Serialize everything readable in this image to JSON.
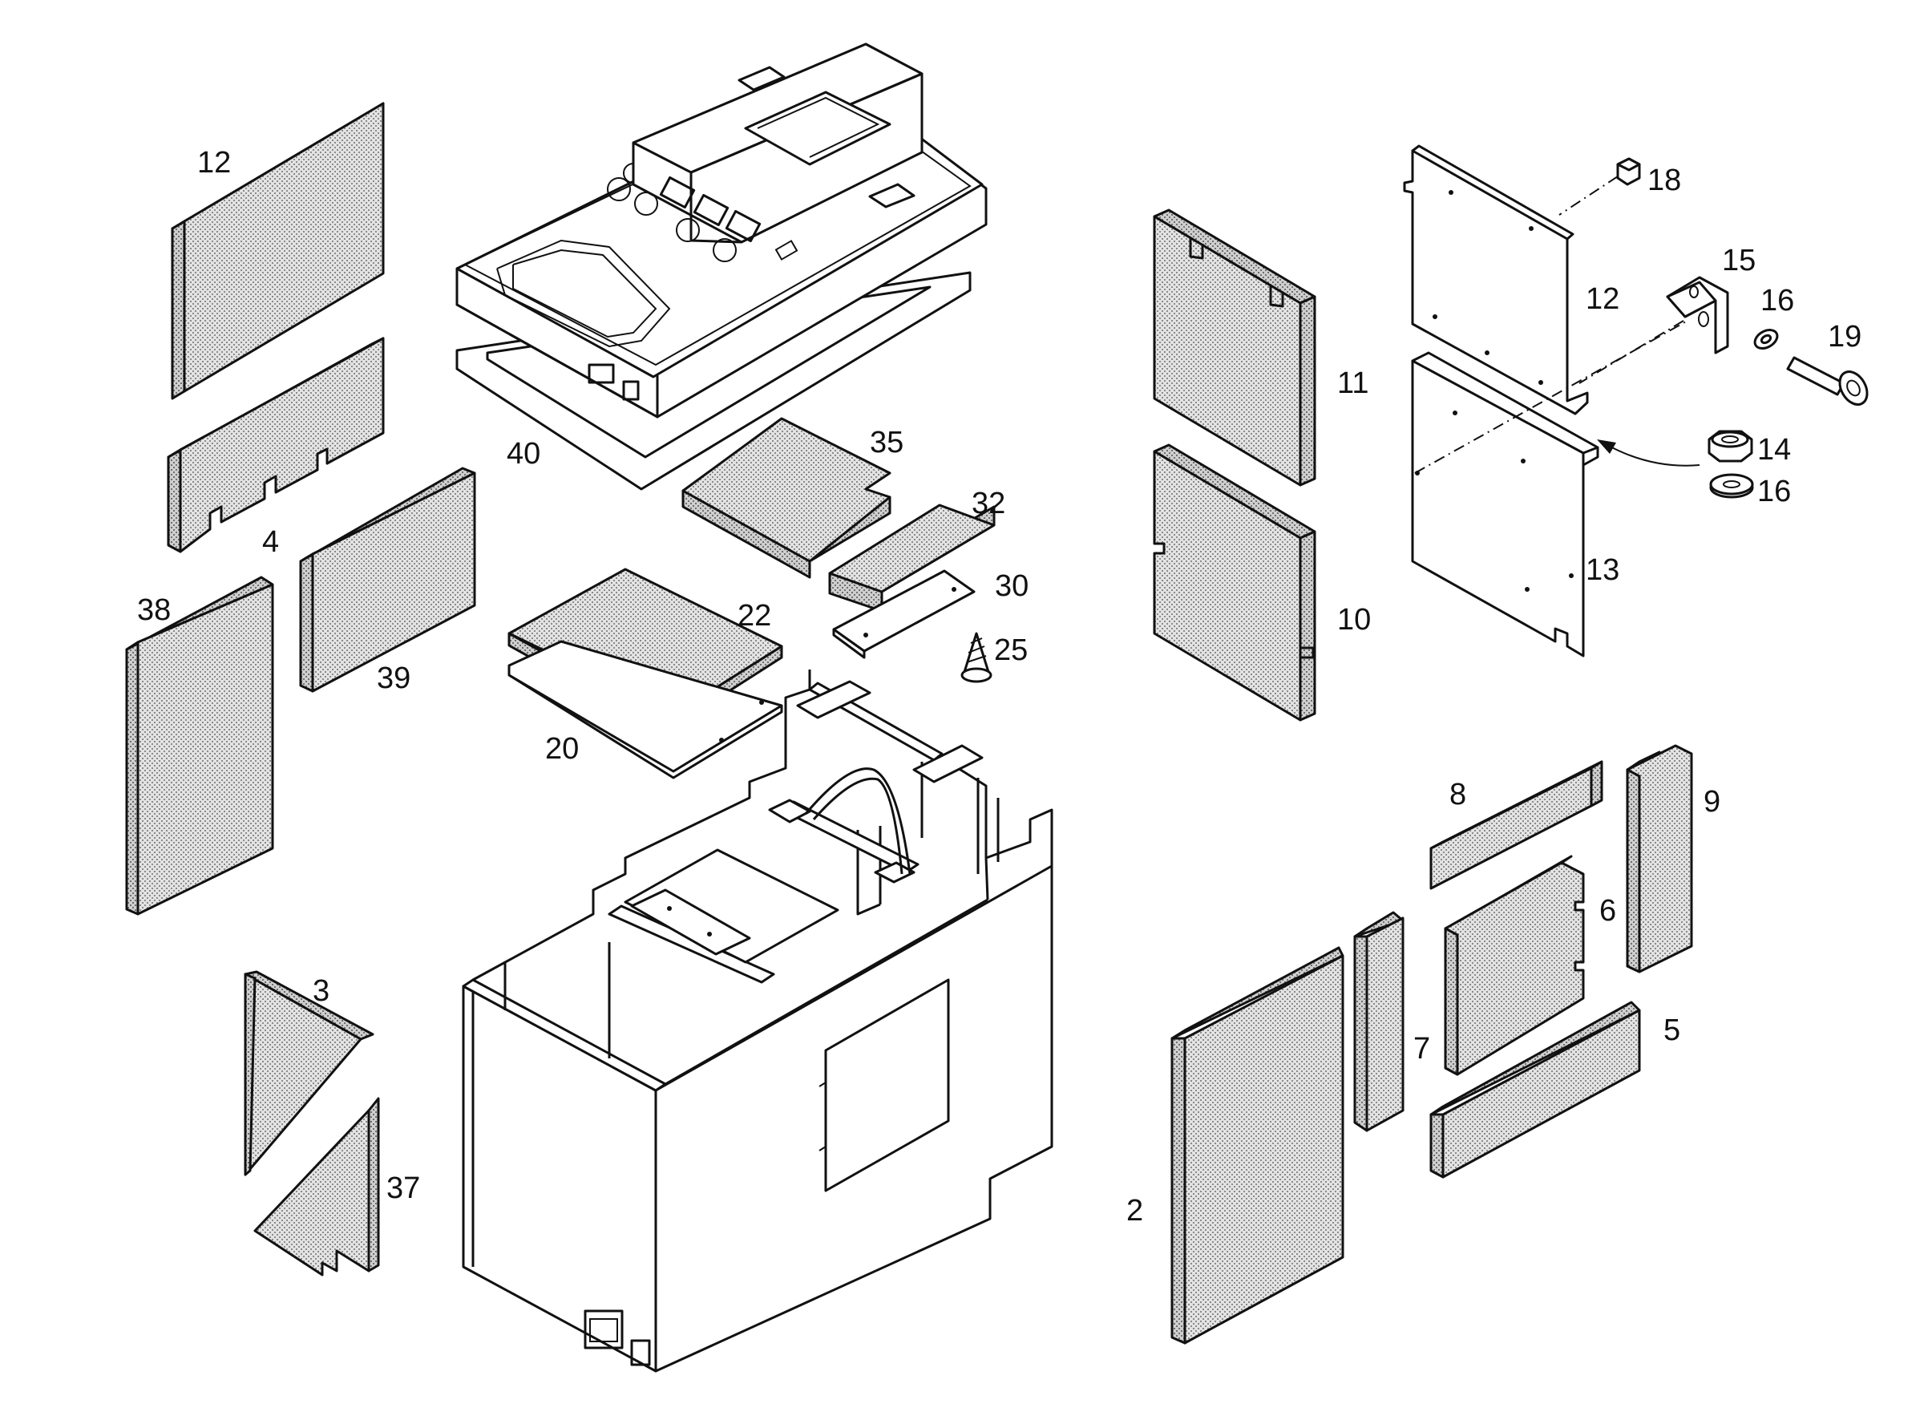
{
  "callouts": {
    "c12a": "12",
    "c4": "4",
    "c38": "38",
    "c39": "39",
    "c40": "40",
    "c35": "35",
    "c32": "32",
    "c30": "30",
    "c25": "25",
    "c22": "22",
    "c20": "20",
    "c3": "3",
    "c37": "37",
    "c11": "11",
    "c10": "10",
    "c18": "18",
    "c12b": "12",
    "c15": "15",
    "c16a": "16",
    "c19": "19",
    "c14": "14",
    "c16b": "16",
    "c13": "13",
    "c8": "8",
    "c9": "9",
    "c6": "6",
    "c7": "7",
    "c5": "5",
    "c2": "2"
  },
  "colors": {
    "line": "#111111",
    "foam": "#d6d6d6",
    "background": "#ffffff"
  }
}
